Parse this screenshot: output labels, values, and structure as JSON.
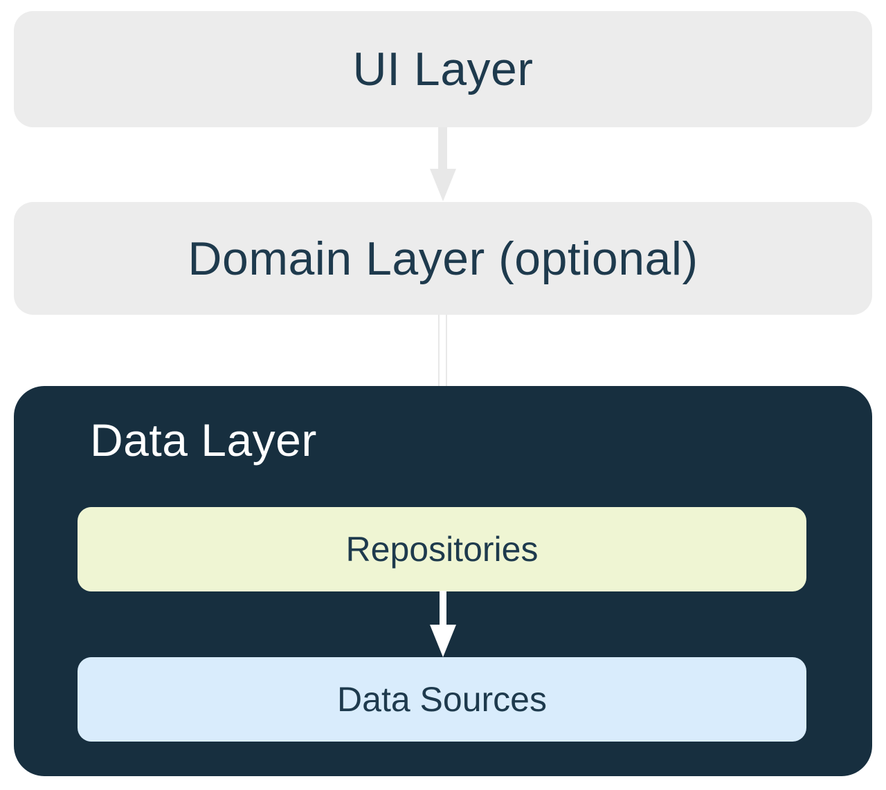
{
  "layers": {
    "ui": {
      "label": "UI Layer"
    },
    "domain": {
      "label": "Domain Layer (optional)"
    },
    "data": {
      "label": "Data Layer",
      "children": {
        "repositories": {
          "label": "Repositories"
        },
        "data_sources": {
          "label": "Data Sources"
        }
      }
    }
  },
  "colors": {
    "layer_box_bg": "#ECECEC",
    "arrow_gray": "#E8E8E8",
    "arrow_white": "#FFFFFF",
    "data_layer_bg": "#172F3F",
    "repositories_bg": "#EFF5D3",
    "data_sources_bg": "#D9ECFC",
    "text_dark": "#1E3A4D",
    "text_light": "#FFFFFF"
  }
}
